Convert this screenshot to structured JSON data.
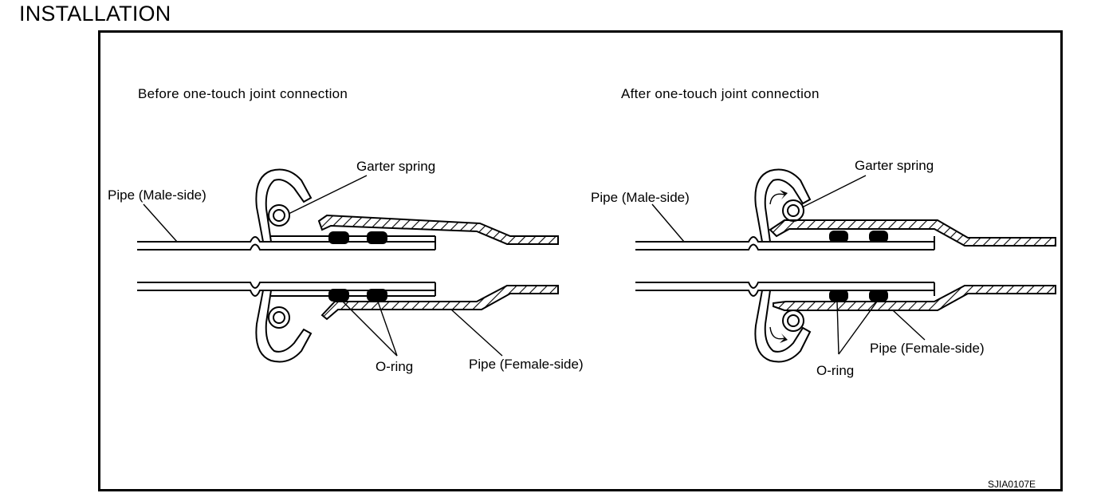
{
  "section_title": "INSTALLATION",
  "before": {
    "heading": "Before one-touch joint connection",
    "pipe_male": "Pipe (Male-side)",
    "garter_spring": "Garter spring",
    "o_ring": "O-ring",
    "pipe_female": "Pipe (Female-side)"
  },
  "after": {
    "heading": "After one-touch joint connection",
    "pipe_male": "Pipe (Male-side)",
    "garter_spring": "Garter spring",
    "o_ring": "O-ring",
    "pipe_female": "Pipe (Female-side)"
  },
  "figure_code": "SJIA0107E"
}
